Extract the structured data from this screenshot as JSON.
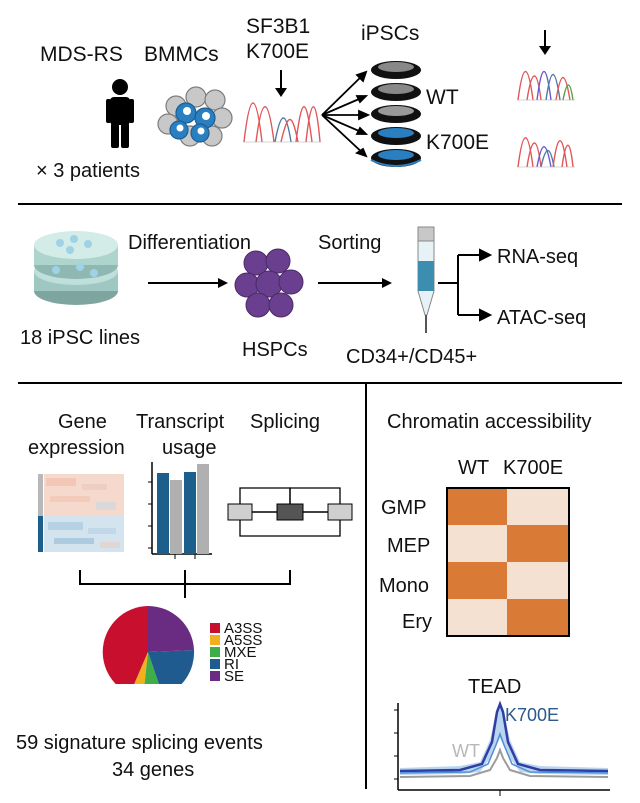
{
  "panel1": {
    "mds_label": "MDS-RS",
    "bmmc_label": "BMMCs",
    "mutation_line1": "SF3B1",
    "mutation_line2": "K700E",
    "ipsc_label": "iPSCs",
    "wt_label": "WT",
    "k700e_label": "K700E",
    "patients_label": "× 3 patients"
  },
  "panel2": {
    "differentiation_label": "Differentiation",
    "sorting_label": "Sorting",
    "lines_label": "18 iPSC lines",
    "hspc_label": "HSPCs",
    "markers_label": "CD34+/CD45+",
    "rnaseq_label": "RNA-seq",
    "atacseq_label": "ATAC-seq"
  },
  "panel3": {
    "gene_expression_line1": "Gene",
    "gene_expression_line2": "expression",
    "transcript_line1": "Transcript",
    "transcript_line2": "usage",
    "splicing_label": "Splicing",
    "summary_line1": "59 signature splicing events",
    "summary_line2": "34 genes"
  },
  "pie_legend": [
    {
      "label": "A3SS",
      "color": "#c8102e"
    },
    {
      "label": "A5SS",
      "color": "#f2b01e"
    },
    {
      "label": "MXE",
      "color": "#3fae49"
    },
    {
      "label": "RI",
      "color": "#1f5b8e"
    },
    {
      "label": "SE",
      "color": "#6a2c82"
    }
  ],
  "panel4": {
    "title": "Chromatin accessibility",
    "col_wt": "WT",
    "col_k700e": "K700E",
    "rows": [
      "GMP",
      "MEP",
      "Mono",
      "Ery"
    ],
    "tead_label": "TEAD",
    "profile_k700e": "K700E",
    "profile_wt": "WT"
  },
  "colors": {
    "dark_cell": "#d97a36",
    "light_cell": "#f5e1d2",
    "navy": "#1a3b6e",
    "k700e_text": "#2b5a8c",
    "wt_text": "#b8b8b8"
  }
}
